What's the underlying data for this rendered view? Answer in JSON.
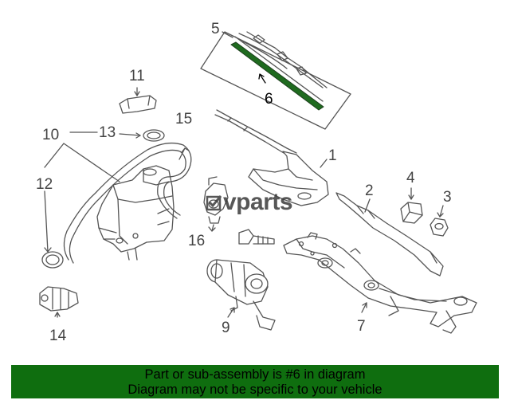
{
  "callouts": {
    "c1": "1",
    "c2": "2",
    "c3": "3",
    "c4": "4",
    "c5": "5",
    "c6": "6",
    "c7": "7",
    "c9": "9",
    "c10": "10",
    "c11": "11",
    "c12": "12",
    "c13": "13",
    "c14": "14",
    "c15": "15",
    "c16": "16"
  },
  "watermark": {
    "brand": "vparts"
  },
  "banner": {
    "line1": "Part or sub-assembly is #6 in diagram",
    "line2": "Diagram may not be specific to your vehicle"
  },
  "colors": {
    "line": "#555555",
    "highlight": "#1f6b1f",
    "banner": "#0f6e0f"
  }
}
